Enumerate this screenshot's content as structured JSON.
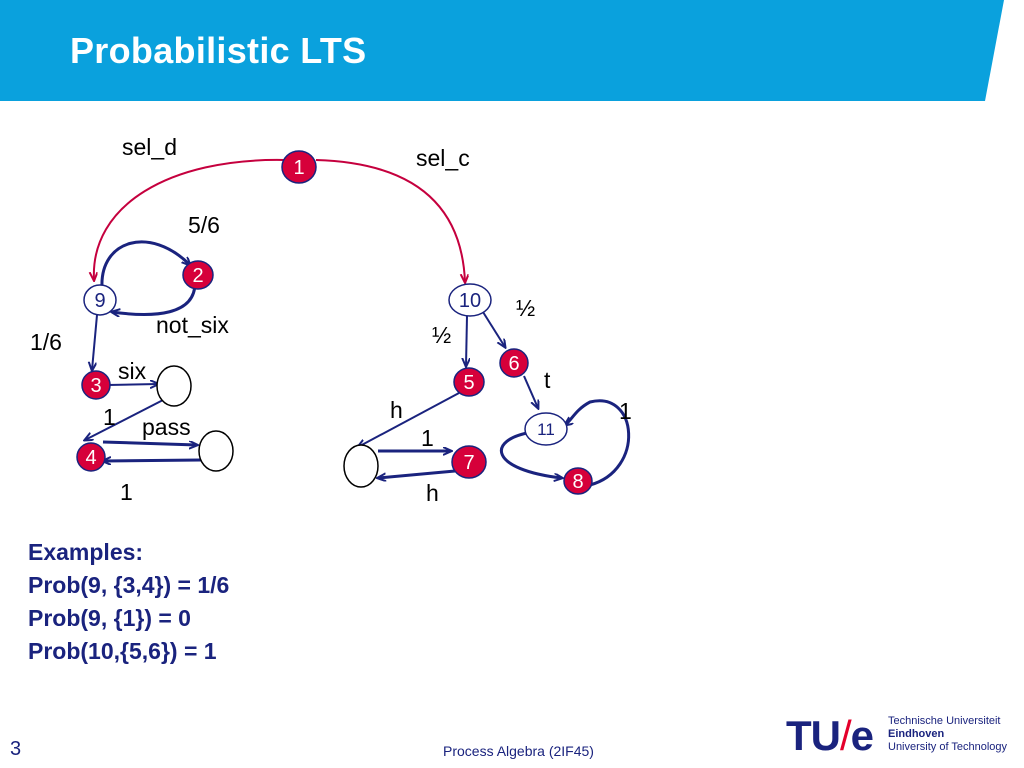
{
  "slide": {
    "title": "Probabilistic LTS",
    "page_number": "3",
    "footer": "Process Algebra (2IF45)"
  },
  "colors": {
    "header_bg": "#0aa1dd",
    "title": "#ffffff",
    "node_fill": "#d6003a",
    "arrow_red": "#c5003e",
    "arrow_blue": "#1a237e",
    "text_blue": "#1a237e"
  },
  "diagram": {
    "nodes": {
      "n1": "1",
      "n2": "2",
      "n3": "3",
      "n4": "4",
      "n5": "5",
      "n6": "6",
      "n7": "7",
      "n8": "8",
      "n9": "9",
      "n10": "10",
      "n11": "11"
    },
    "labels": {
      "sel_d": "sel_d",
      "sel_c": "sel_c",
      "p56": "5/6",
      "not_six": "not_six",
      "p16": "1/6",
      "six": "six",
      "one_a": "1",
      "pass": "pass",
      "one_b": "1",
      "half_a": "½",
      "half_b": "½",
      "t": "t",
      "h_a": "h",
      "one_c": "1",
      "h_b": "h",
      "one_d": "1"
    }
  },
  "examples": {
    "heading": "Examples:",
    "lines": [
      "Prob(9, {3,4}) = 1/6",
      "Prob(9, {1}) = 0",
      "Prob(10,{5,6}) = 1"
    ]
  },
  "logo": {
    "mark_tu": "TU",
    "mark_slash": "/",
    "mark_e": "e",
    "line1": "Technische Universiteit",
    "line2": "Eindhoven",
    "line3": "University of Technology"
  }
}
